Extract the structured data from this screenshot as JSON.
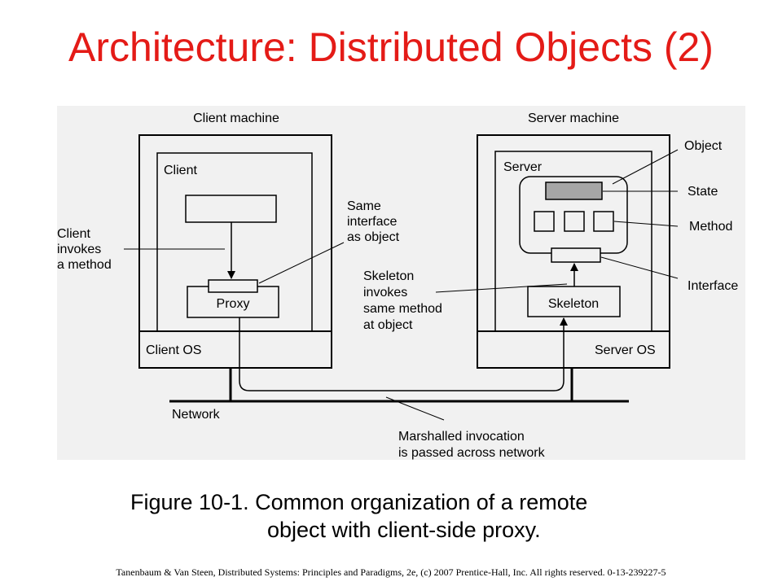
{
  "slide": {
    "title": "Architecture: Distributed Objects (2)",
    "caption_line1": "Figure 10-1. Common organization of a remote",
    "caption_line2": "object with client-side proxy.",
    "footer": "Tanenbaum & Van Steen, Distributed Systems: Principles and Paradigms, 2e, (c) 2007 Prentice-Hall, Inc. All rights reserved. 0-13-239227-5",
    "title_color": "#e41b17"
  },
  "diagram": {
    "client_machine": "Client machine",
    "server_machine": "Server machine",
    "client": "Client",
    "server": "Server",
    "proxy": "Proxy",
    "skeleton": "Skeleton",
    "client_os": "Client OS",
    "server_os": "Server OS",
    "network": "Network",
    "object": "Object",
    "state": "State",
    "method": "Method",
    "interface": "Interface",
    "client_invokes": [
      "Client",
      "invokes",
      "a method"
    ],
    "same_interface": [
      "Same",
      "interface",
      "as object"
    ],
    "skeleton_invokes": [
      "Skeleton",
      "invokes",
      "same method",
      "at object"
    ],
    "marshalled": [
      "Marshalled invocation",
      "is passed across network"
    ]
  }
}
